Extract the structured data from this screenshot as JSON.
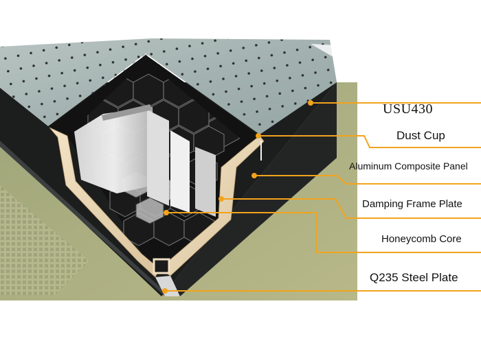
{
  "labels": [
    {
      "text": "USU430",
      "serif": true
    },
    {
      "text": "Dust Cup",
      "serif": false
    },
    {
      "text": "Aluminum Composite Panel",
      "serif": false
    },
    {
      "text": "Damping Frame Plate",
      "serif": false
    },
    {
      "text": "Honeycomb Core",
      "serif": false
    },
    {
      "text": "Q235 Steel Plate",
      "serif": false
    }
  ],
  "colors": {
    "leader": "#f2a31c",
    "top_surface": "#a7b6b4",
    "side_black": "#1c1d1d",
    "floor": "#a4a77a",
    "honeycomb": "#1a1a1a",
    "frame_wood": "#ead7b5"
  }
}
